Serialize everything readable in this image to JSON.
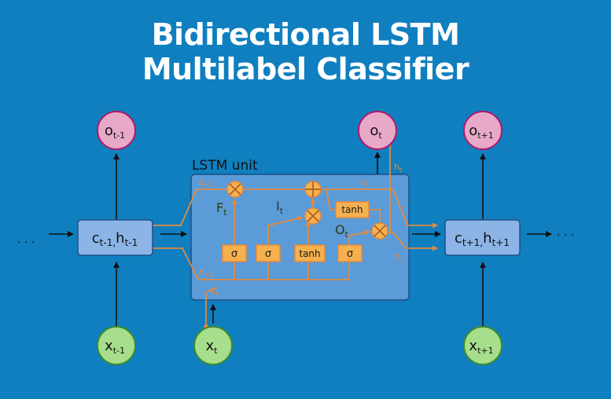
{
  "title": {
    "line1": "Bidirectional LSTM",
    "line2": "Multilabel Classifier"
  },
  "colors": {
    "background": "#0f7fbf",
    "cell_fill": "#5b9bd8",
    "state_fill": "#8cb4e6",
    "output_fill": "#e7a9c7",
    "output_stroke": "#b0186a",
    "input_fill": "#a6de8c",
    "input_stroke": "#3e8a29",
    "gate_fill": "#f6b04e",
    "wire": "#e58a3c"
  },
  "diagram": {
    "unit_label": "LSTM unit",
    "ellipsis_left": "· · ·",
    "ellipsis_right": "· · ·",
    "outputs": [
      {
        "base": "o",
        "sub": "t-1"
      },
      {
        "base": "o",
        "sub": "t"
      },
      {
        "base": "o",
        "sub": "t+1"
      }
    ],
    "inputs": [
      {
        "base": "x",
        "sub": "t-1"
      },
      {
        "base": "x",
        "sub": "t"
      },
      {
        "base": "x",
        "sub": "t+1"
      }
    ],
    "states": [
      {
        "c": "c",
        "c_sub": "t-1,",
        "h": "h",
        "h_sub": "t-1"
      },
      {
        "c": "c",
        "c_sub": "t+1,",
        "h": "h",
        "h_sub": "t+1"
      }
    ],
    "gates": {
      "sigma": "σ",
      "tanh": "tanh",
      "forget": {
        "base": "F",
        "sub": "t"
      },
      "input": {
        "base": "I",
        "sub": "t"
      },
      "output": {
        "base": "O",
        "sub": "t"
      }
    },
    "wire_labels": {
      "c_in": {
        "base": "c",
        "sub": "t-1"
      },
      "c_out": {
        "base": "c",
        "sub": "t"
      },
      "h_in": {
        "base": "h",
        "sub": "t-1"
      },
      "h_out": {
        "base": "h",
        "sub": "t"
      },
      "h_up": {
        "base": "h",
        "sub": "t"
      },
      "x_in": {
        "base": "x",
        "sub": "t"
      }
    }
  }
}
